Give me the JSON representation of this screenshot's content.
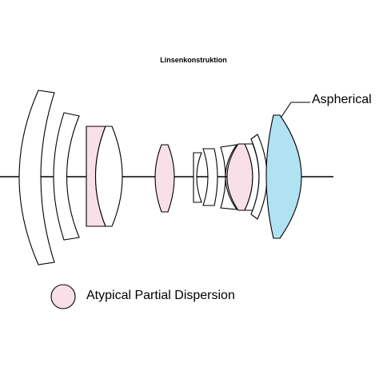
{
  "title": "Linsenkonstruktion",
  "callout": {
    "label": "Aspherical"
  },
  "legend": {
    "label": "Atypical Partial Dispersion"
  },
  "colors": {
    "outline": "#000000",
    "plain_fill": "#ffffff",
    "apd_fill": "#f9dfe8",
    "asph_fill": "#b0e2f2",
    "axis": "#000000"
  }
}
